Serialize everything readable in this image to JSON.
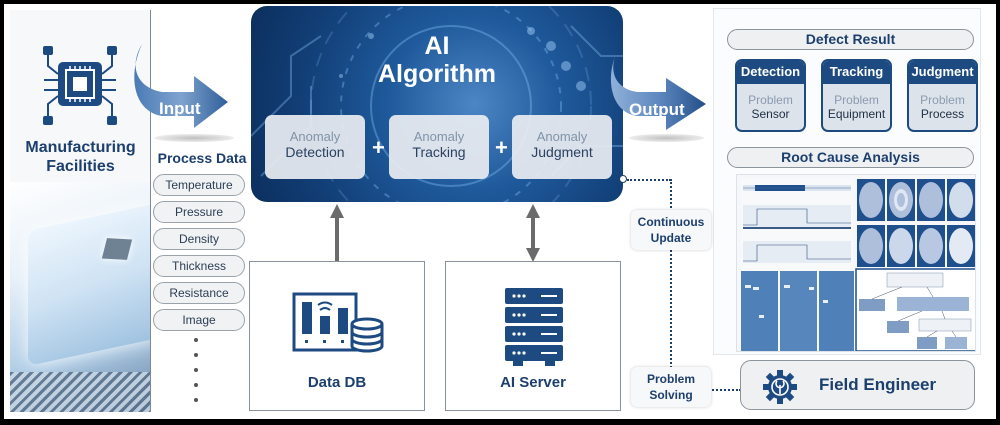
{
  "colors": {
    "brand_navy": "#1d4a80",
    "text_navy": "#1d3f6e",
    "ai_box_blue": "#123f77",
    "card_grey": "#dde3ea",
    "pill_border": "#9aa2aa",
    "arrow_grey": "#6b6b6b"
  },
  "manufacturing": {
    "icon": "chip-icon",
    "title_line1": "Manufacturing",
    "title_line2": "Facilities"
  },
  "input_arrow": {
    "label": "Input",
    "icon": "curved-arrow-icon"
  },
  "process_data": {
    "title": "Process Data",
    "items": [
      "Temperature",
      "Pressure",
      "Density",
      "Thickness",
      "Resistance",
      "Image"
    ],
    "more_indicator": "vertical-ellipsis"
  },
  "ai_algorithm": {
    "title_line1": "AI",
    "title_line2": "Algorithm",
    "modules": [
      {
        "line1": "Anomaly",
        "line2": "Detection"
      },
      {
        "line1": "Anomaly",
        "line2": "Tracking"
      },
      {
        "line1": "Anomaly",
        "line2": "Judgment"
      }
    ],
    "joiner": "+"
  },
  "data_db": {
    "label": "Data DB",
    "icon": "database-dashboard-icon",
    "flow": "up-arrow"
  },
  "ai_server": {
    "label": "AI Server",
    "icon": "server-rack-icon",
    "flow": "bidirectional-arrow"
  },
  "output_arrow": {
    "label": "Output",
    "icon": "curved-arrow-icon"
  },
  "defect_result": {
    "title": "Defect Result",
    "cards": [
      {
        "header": "Detection",
        "line1": "Problem",
        "line2": "Sensor"
      },
      {
        "header": "Tracking",
        "line1": "Problem",
        "line2": "Equipment"
      },
      {
        "header": "Judgment",
        "line1": "Problem",
        "line2": "Process"
      }
    ]
  },
  "root_cause": {
    "title": "Root Cause Analysis",
    "visual": "analysis-dashboard-image"
  },
  "feedback": {
    "continuous_update_line1": "Continuous",
    "continuous_update_line2": "Update",
    "problem_solving_line1": "Problem",
    "problem_solving_line2": "Solving"
  },
  "field_engineer": {
    "label": "Field Engineer",
    "icon": "gear-wrench-icon"
  }
}
